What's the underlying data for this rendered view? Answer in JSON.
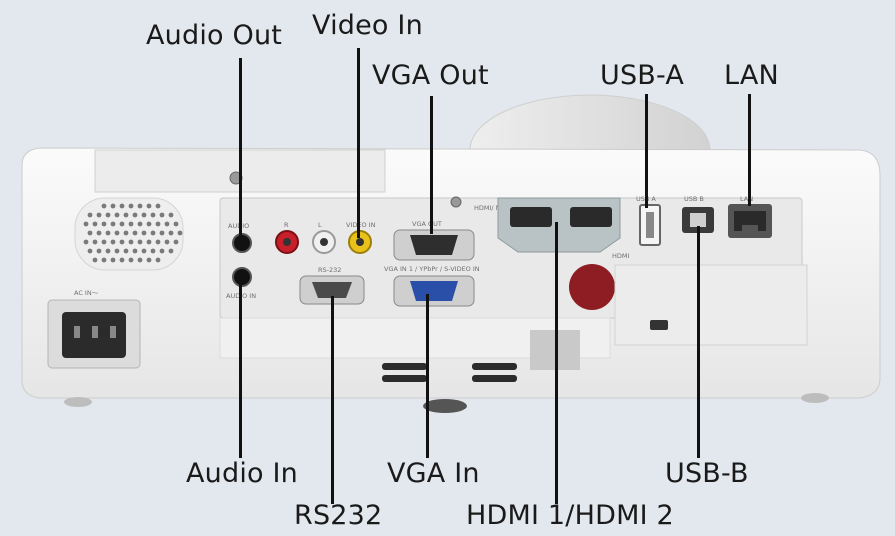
{
  "diagram": {
    "callouts": {
      "audio_out": "Audio Out",
      "video_in": "Video In",
      "vga_out": "VGA Out",
      "usb_a": "USB-A",
      "lan": "LAN",
      "audio_in": "Audio In",
      "rs232": "RS232",
      "vga_in": "VGA In",
      "usb_b": "USB-B",
      "hdmi": "HDMI 1/HDMI 2"
    },
    "panel_print": {
      "ac_in": "AC IN～",
      "audio_in_print": "AUDIO IN",
      "audio_out_print": "AUDIO",
      "rs232_print": "RS-232",
      "video_in_print": "VIDEO IN",
      "vga_out_print": "VGA OUT",
      "vga_in_print": "VGA IN 1 / YPbPr / S-VIDEO IN",
      "hdmi_mhl_print": "HDMI/ MHL",
      "hdmi_print": "HDMI",
      "usb_a_print": "USB A",
      "usb_b_print": "USB B",
      "lan_print": "LAN",
      "r_print": "R",
      "l_print": "L"
    },
    "colors": {
      "background": "#e3e8ee",
      "body": "#f4f4f4",
      "panel": "#e9e9e9",
      "rca_red": "#c8202a",
      "rca_white": "#f0f0f0",
      "rca_yellow": "#e8c21b",
      "vga_in_blue": "#2a4fa8",
      "ir_sensor": "#8d1d22",
      "leader_line": "#111111"
    }
  }
}
